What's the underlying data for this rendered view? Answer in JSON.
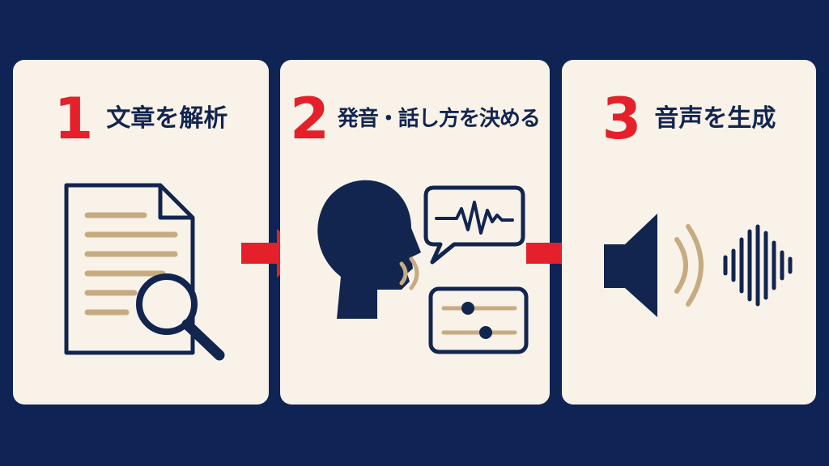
{
  "steps": [
    {
      "number": "1",
      "title": "文章を解析",
      "icon": "document-search-icon"
    },
    {
      "number": "2",
      "title": "発音・話し方を決める",
      "icon": "speaking-head-icon"
    },
    {
      "number": "3",
      "title": "音声を生成",
      "icon": "speaker-sound-icon"
    }
  ],
  "colors": {
    "background": "#0f2454",
    "card": "#f8f2e8",
    "navy": "#12254f",
    "accent_red": "#e4202a",
    "tan": "#c7ab80"
  }
}
